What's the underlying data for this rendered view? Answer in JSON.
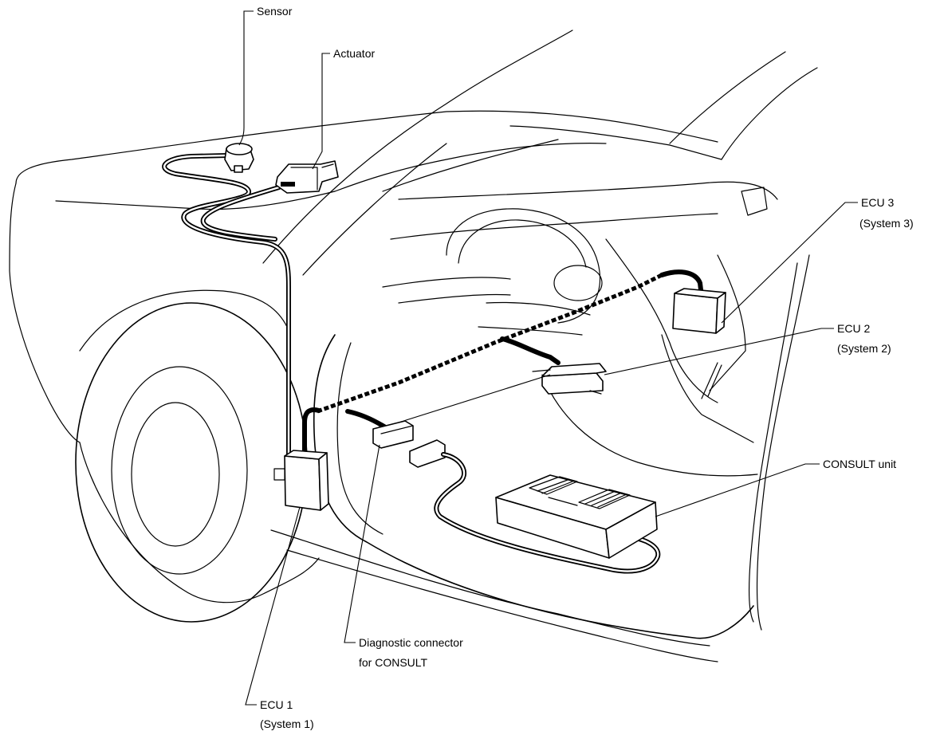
{
  "labels": {
    "sensor": "Sensor",
    "actuator": "Actuator",
    "ecu3_line1": "ECU 3",
    "ecu3_line2": "(System 3)",
    "ecu2_line1": "ECU 2",
    "ecu2_line2": "(System 2)",
    "consult_unit": "CONSULT unit",
    "diag_line1": "Diagnostic connector",
    "diag_line2": "for CONSULT",
    "ecu1_line1": "ECU 1",
    "ecu1_line2": "(System 1)"
  },
  "colors": {
    "ink": "#000000",
    "paper": "#ffffff"
  }
}
